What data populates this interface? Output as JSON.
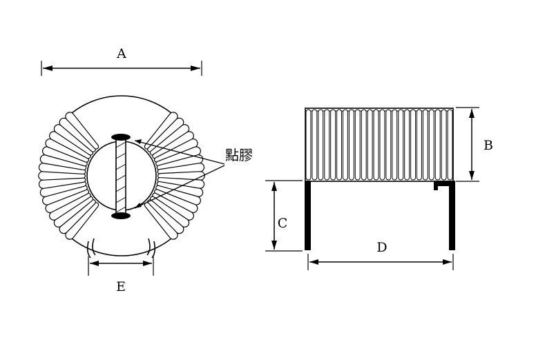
{
  "labels": {
    "a": "A",
    "b": "B",
    "c": "C",
    "d": "D",
    "e": "E",
    "glue": "點膠"
  },
  "colors": {
    "line": "#000000",
    "background": "#ffffff"
  }
}
